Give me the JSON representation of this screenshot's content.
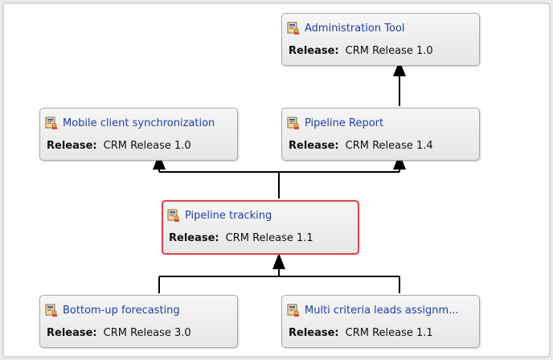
{
  "release_label": "Release:",
  "nodes": {
    "administration_tool": {
      "title": "Administration Tool",
      "release": "CRM Release 1.0"
    },
    "mobile_client_sync": {
      "title": "Mobile client synchronization",
      "release": "CRM Release 1.0"
    },
    "pipeline_report": {
      "title": "Pipeline Report",
      "release": "CRM Release 1.4"
    },
    "pipeline_tracking": {
      "title": "Pipeline tracking",
      "release": "CRM Release 1.1",
      "selected": true
    },
    "bottom_up_forecasting": {
      "title": "Bottom-up forecasting",
      "release": "CRM Release 3.0"
    },
    "multi_criteria_leads": {
      "title": "Multi criteria leads assignm...",
      "release": "CRM Release 1.1"
    }
  },
  "icon": "requirement-item-icon",
  "colors": {
    "title_link": "#1f3fa8",
    "selected_border": "#e0454a",
    "node_border": "#a8a8a8",
    "connector": "#000000"
  }
}
